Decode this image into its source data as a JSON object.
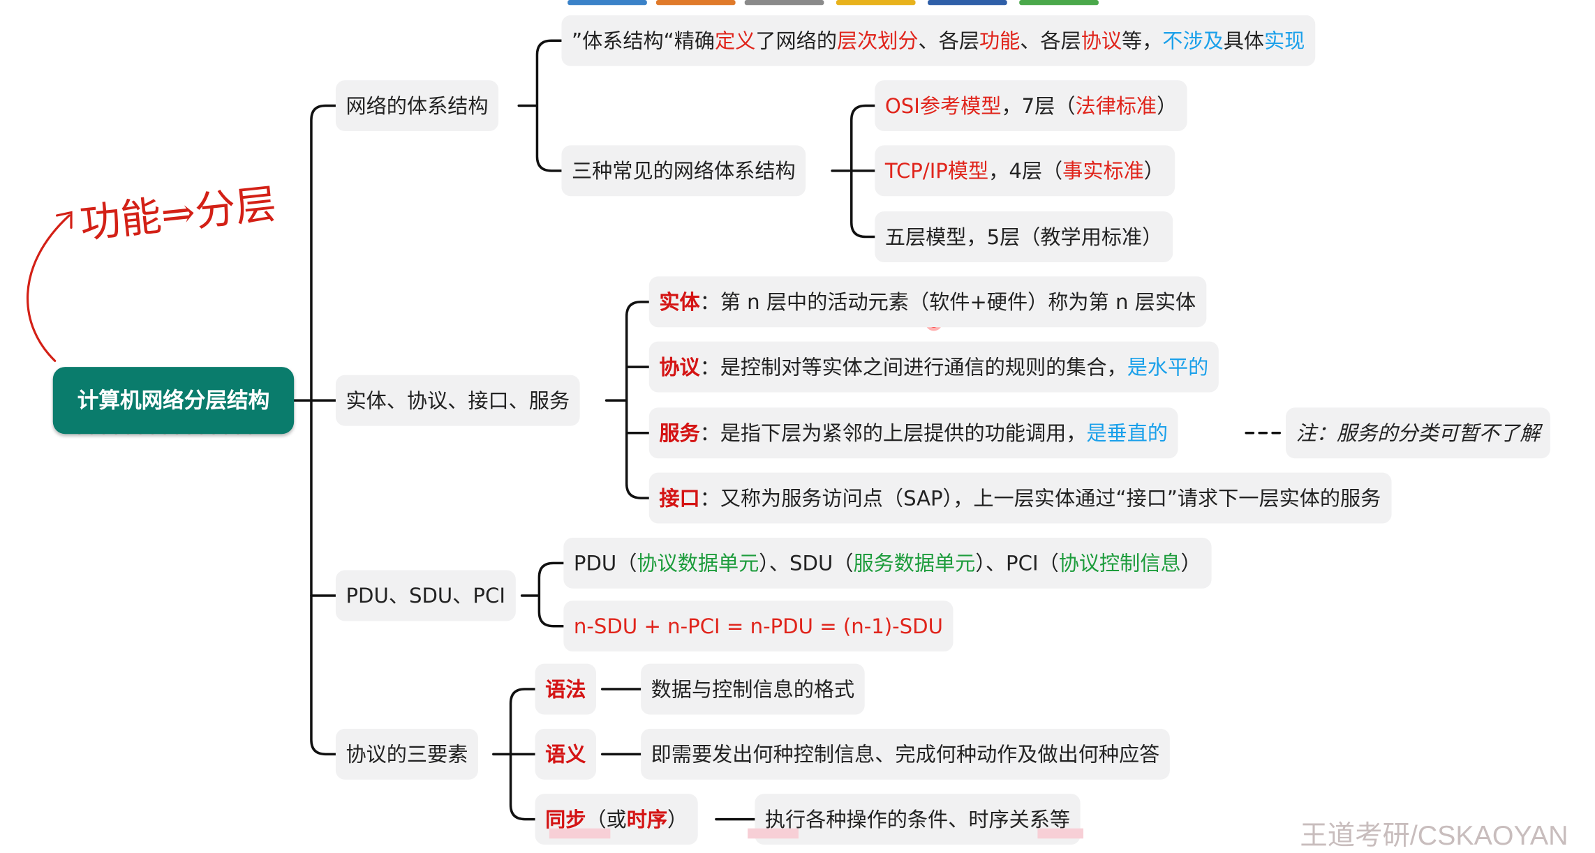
{
  "title": "计算机网络分层结构",
  "handnote": "功能⇒分层",
  "watermark": "王道考研/CSKAOYAN",
  "colors": {
    "root_bg": "#0a7c6c",
    "red": "#e0241b",
    "blue": "#1aa0ea",
    "green": "#1d9c3c",
    "node_bg": "#f1f1f2"
  },
  "branches": {
    "arch": {
      "label": "网络的体系结构",
      "def": {
        "t1": "”体系结构“精确",
        "t2": "定义",
        "t3": "了网络的",
        "t4": "层次划分",
        "t5": "、各层",
        "t6": "功能",
        "t7": "、各层",
        "t8": "协议",
        "t9": "等，",
        "t10": "不涉及",
        "t11": "具体",
        "t12": "实现"
      },
      "three": {
        "label": "三种常见的网络体系结构",
        "osi": {
          "a": "OSI参考模型",
          "b": "，7层（",
          "c": "法律标准",
          "d": "）"
        },
        "tcp": {
          "a": "TCP/IP模型",
          "b": "，4层（",
          "c": "事实标准",
          "d": "）"
        },
        "five": "五层模型，5层（教学用标准）"
      }
    },
    "entity": {
      "label": "实体、协议、接口、服务",
      "e1": {
        "k": "实体",
        "c": "：",
        "v": "第 n 层中的活动元素（软件+硬件）称为第 n 层实体"
      },
      "e2": {
        "k": "协议",
        "c": "：",
        "v": "是控制对等实体之间进行通信的规则的集合，",
        "x": "是水平的"
      },
      "e3": {
        "k": "服务",
        "c": "：",
        "v": "是指下层为紧邻的上层提供的功能调用，",
        "x": "是垂直的"
      },
      "e3note": "注：服务的分类可暂不了解",
      "e4": {
        "k": "接口",
        "c": "：",
        "v": "又称为服务访问点（SAP），上一层实体通过“接口”请求下一层实体的服务"
      }
    },
    "pdu": {
      "label": "PDU、SDU、PCI",
      "l1": {
        "a": "PDU（",
        "b": "协议数据单元",
        "c": "）、SDU（",
        "d": "服务数据单元",
        "e": "）、PCI（",
        "f": "协议控制信息",
        "g": "）"
      },
      "l2": "n-SDU + n-PCI = n-PDU = (n-1)-SDU"
    },
    "elements": {
      "label": "协议的三要素",
      "syntax": {
        "k": "语法",
        "v": "数据与控制信息的格式"
      },
      "semantic": {
        "k": "语义",
        "v": "即需要发出何种控制信息、完成何种动作及做出何种应答"
      },
      "sync": {
        "k": "同步",
        "p1": "（或",
        "p2": "时序",
        "p3": "）",
        "v": "执行各种操作的条件、时序关系等"
      }
    }
  }
}
